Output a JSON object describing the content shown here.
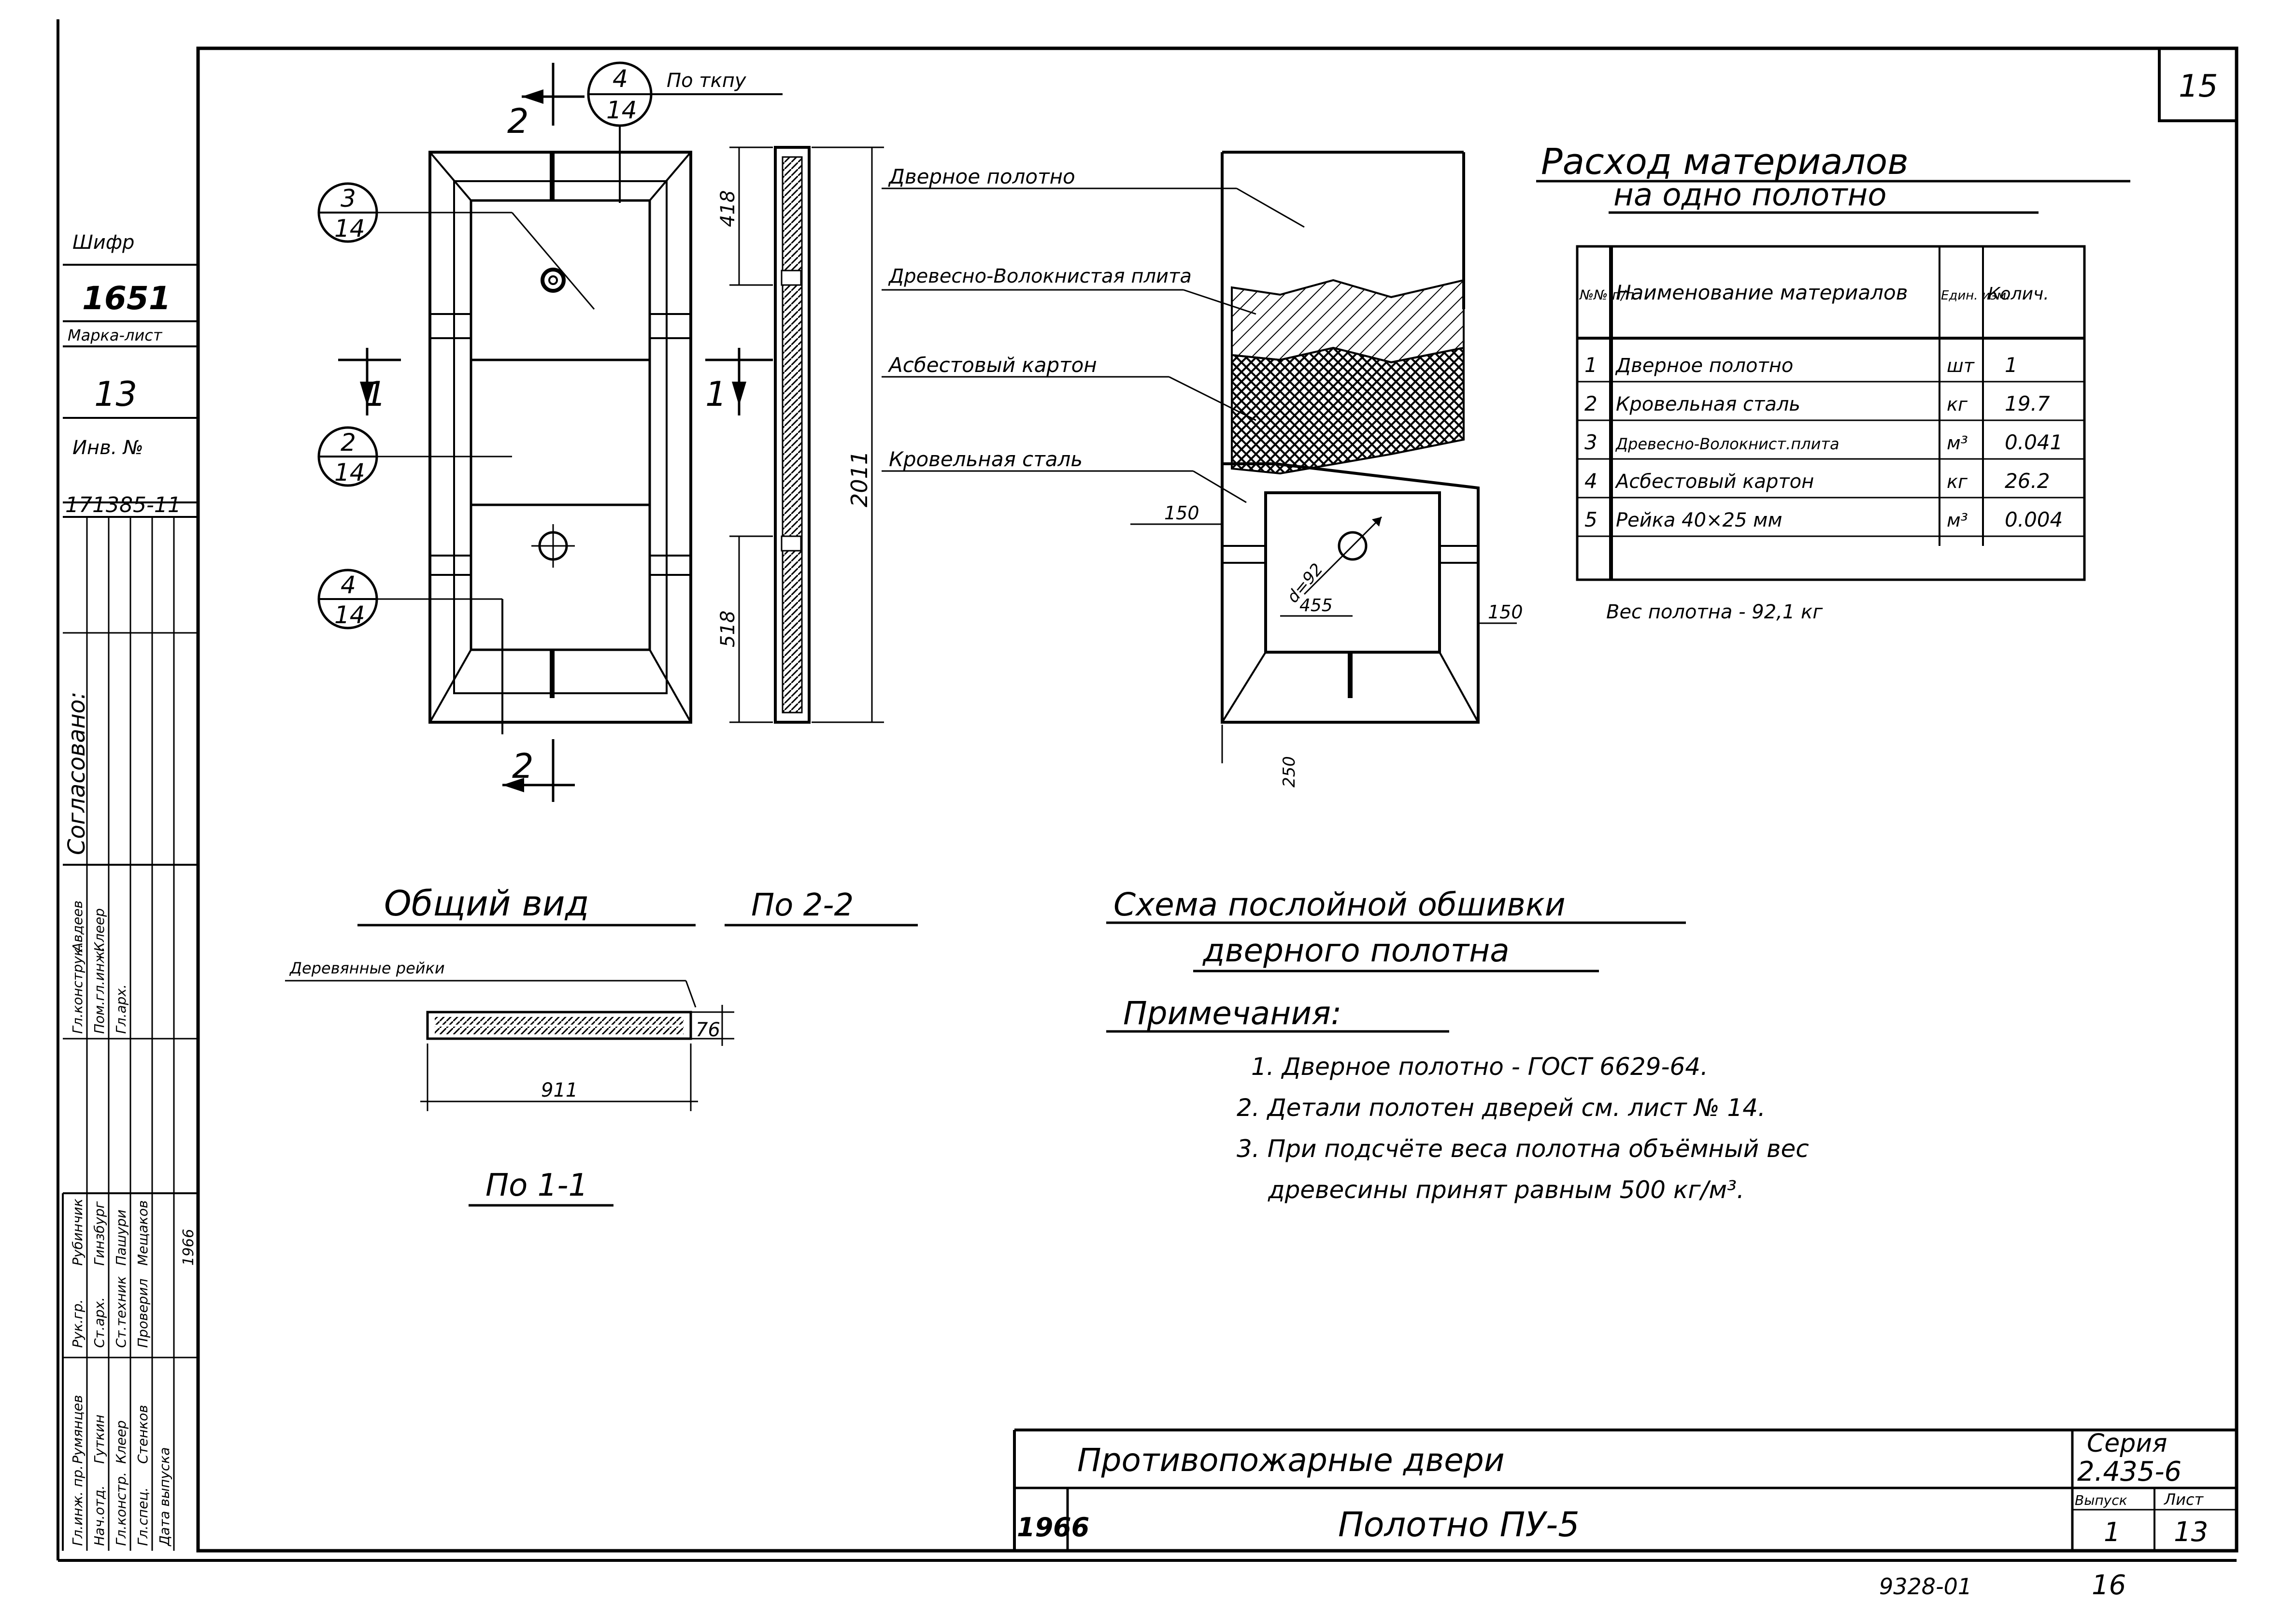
{
  "sheet_number": "15",
  "side_stamp": {
    "shifr_label": "Шифр",
    "shifr_value": "1651",
    "marka_label": "Марка-лист",
    "marka_value": "13",
    "inv_label": "Инв. №",
    "inv_value": "171385-11",
    "agreed_label": "Согласовано:",
    "approvals": [
      {
        "role": "Гл.инж. пр.",
        "name": "Румянцев"
      },
      {
        "role": "Нач.отд.",
        "name": "Гуткин"
      },
      {
        "role": "Гл.констр.",
        "name": "Клеер"
      },
      {
        "role": "Гл.спец.",
        "name": "Стенков"
      },
      {
        "role": "Дата выпуска",
        "name": ""
      },
      {
        "role": "Рук.гр.",
        "name": "Рубинчик"
      },
      {
        "role": "Ст.арх.",
        "name": "Гинзбург"
      },
      {
        "role": "Ст.техник",
        "name": "Пашури"
      },
      {
        "role": "Проверил",
        "name": "Мещаков"
      },
      {
        "role": "Гл.конструк.",
        "name": "Авдеев"
      },
      {
        "role": "Пом.гл.инж.",
        "name": "Клеер"
      },
      {
        "role": "Гл.арх.",
        "name": ""
      }
    ],
    "approval_year": "1966"
  },
  "callouts": {
    "cut_2_top": "2",
    "cut_2_bottom": "2",
    "cut_1_left": "1",
    "cut_1_right": "1",
    "node_4_14_top": {
      "num": "4",
      "sheet": "14"
    },
    "node_3_14": {
      "num": "3",
      "sheet": "14"
    },
    "node_2_14": {
      "num": "2",
      "sheet": "14"
    },
    "node_4_14_bottom": {
      "num": "4",
      "sheet": "14"
    },
    "po_tkpu": "По ткпу"
  },
  "dimensions": {
    "top_panel": "418",
    "height": "2011",
    "bottom_panel": "518",
    "side_150_left": "150",
    "side_150_right": "150",
    "bottom_250": "250",
    "hole_d": "d=92",
    "hole_offset": "455",
    "section_thickness": "76",
    "section_width": "911"
  },
  "layer_labels": [
    "Дверное полотно",
    "Древесно-Волокнистая плита",
    "Асбестовый картон",
    "Кровельная сталь"
  ],
  "materials": {
    "title_line1": "Расход материалов",
    "title_line2": "на одно полотно",
    "headers": [
      "№№ п/п",
      "Наименование материалов",
      "Един. изм.",
      "Колич."
    ],
    "rows": [
      {
        "n": "1",
        "name": "Дверное полотно",
        "unit": "шт",
        "qty": "1"
      },
      {
        "n": "2",
        "name": "Кровельная сталь",
        "unit": "кг",
        "qty": "19.7"
      },
      {
        "n": "3",
        "name": "Древесно-Волокнист.плита",
        "unit": "м³",
        "qty": "0.041"
      },
      {
        "n": "4",
        "name": "Асбестовый картон",
        "unit": "кг",
        "qty": "26.2"
      },
      {
        "n": "5",
        "name": "Рейка 40×25 мм",
        "unit": "м³",
        "qty": "0.004"
      }
    ],
    "weight_note": "Вес полотна - 92,1 кг"
  },
  "labels": {
    "general_view": "Общий вид",
    "po_2_2": "По 2-2",
    "po_1_1": "По 1-1",
    "wood_slats": "Деревянные рейки",
    "scheme_line1": "Схема послойной обшивки",
    "scheme_line2": "дверного полотна"
  },
  "notes": {
    "heading": "Примечания:",
    "items": [
      "1. Дверное полотно - ГОСТ 6629-64.",
      "2. Детали полотен дверей см. лист № 14.",
      "3. При подсчёте веса полотна объёмный вес",
      "древесины принят равным 500 кг/м³."
    ]
  },
  "title_block": {
    "project": "Противопожарные двери",
    "drawing": "Полотно ПУ-5",
    "year": "1966",
    "series_label": "Серия",
    "series_value": "2.435-6",
    "issue_label": "Выпуск",
    "issue_value": "1",
    "sheet_label": "Лист",
    "sheet_value": "13"
  },
  "footer": {
    "code": "9328-01",
    "page": "16"
  }
}
